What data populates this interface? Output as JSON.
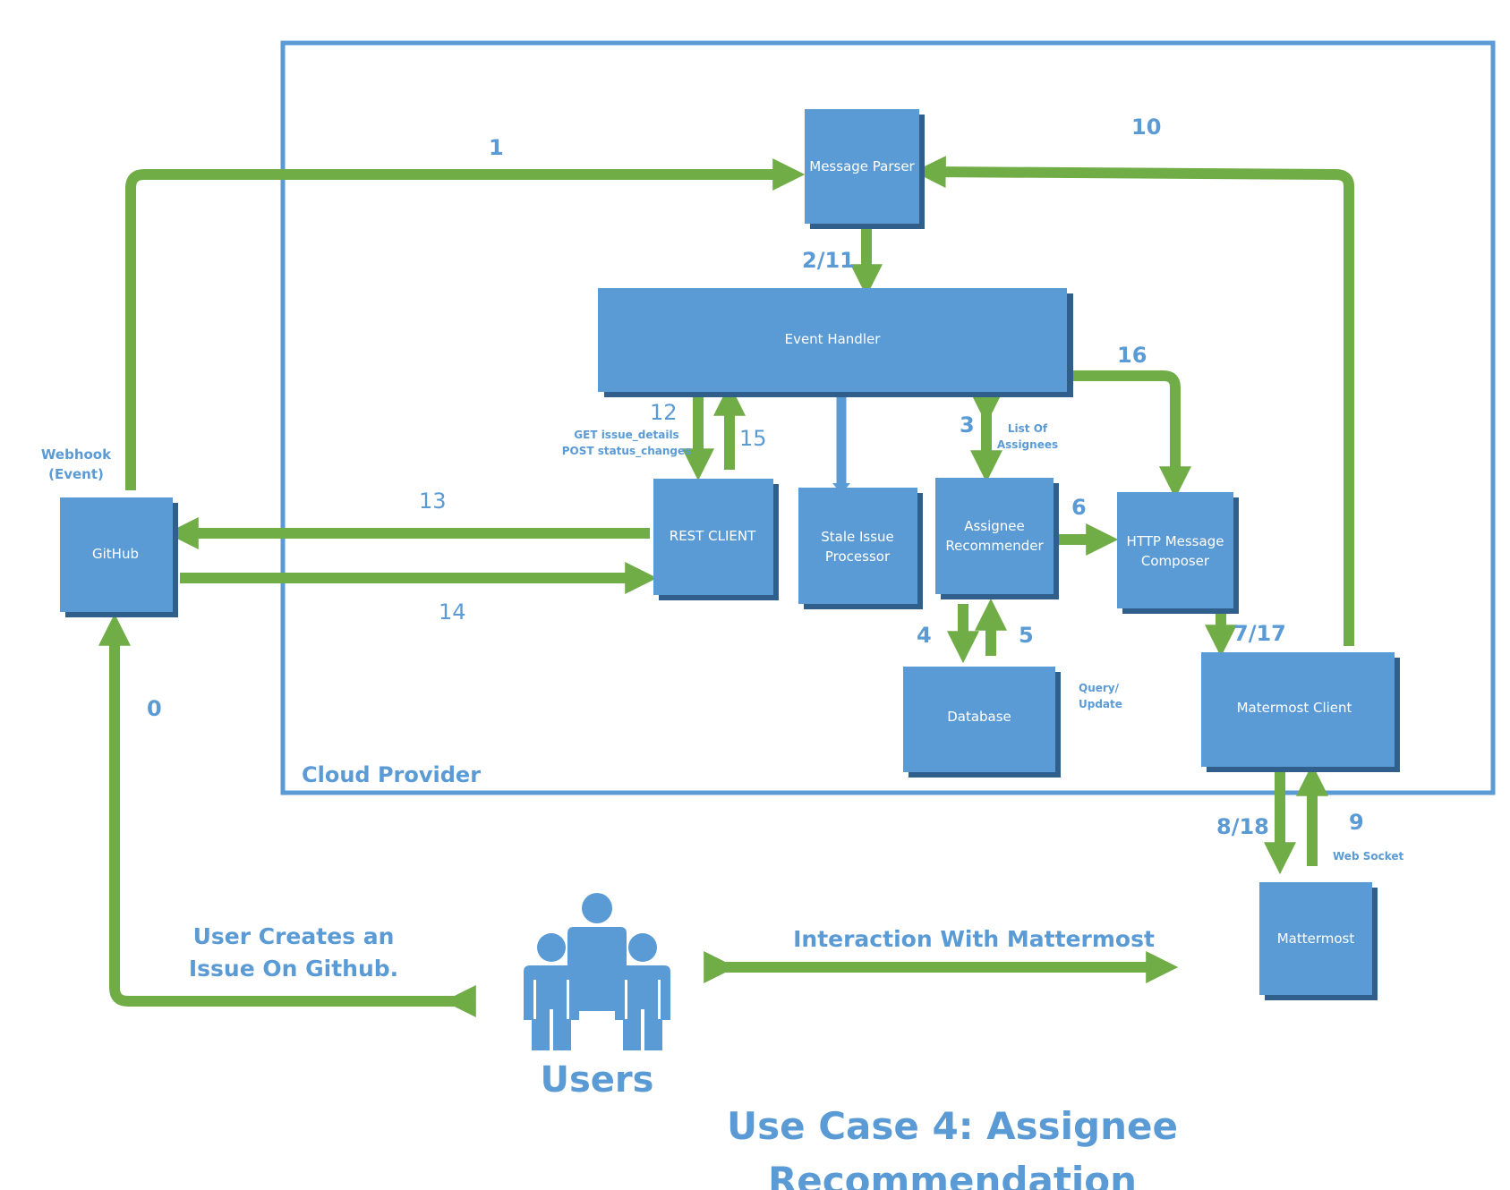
{
  "colors": {
    "box": "#5b9bd5",
    "box_shadow": "#2f5f8a",
    "arrow": "#70ad47",
    "frame": "#5b9bd5",
    "text": "#5b9bd5"
  },
  "cloud_label": "Cloud Provider",
  "boxes": {
    "message_parser": [
      "Message Parser"
    ],
    "event_handler": [
      "Event Handler"
    ],
    "rest_client": [
      "REST CLIENT"
    ],
    "stale_issue_processor": [
      "Stale Issue",
      "Processor"
    ],
    "assignee_recommender": [
      "Assignee",
      "Recommender"
    ],
    "http_message_composer": [
      "HTTP Message",
      "Composer"
    ],
    "database": [
      "Database"
    ],
    "mattermost_client": [
      "Matermost Client"
    ],
    "github": [
      "GitHub"
    ],
    "mattermost": [
      "Mattermost"
    ]
  },
  "step_numbers": {
    "s0": "0",
    "s1": "1",
    "s2_11": "2/11",
    "s3": "3",
    "s4": "4",
    "s5": "5",
    "s6": "6",
    "s7_17": "7/17",
    "s8_18": "8/18",
    "s9": "9",
    "s10": "10",
    "s12": "12",
    "s13": "13",
    "s14": "14",
    "s15": "15",
    "s16": "16"
  },
  "annotations": {
    "webhook": [
      "Webhook",
      "(Event)"
    ],
    "rest_calls": [
      "GET issue_details",
      "POST status_changes"
    ],
    "list_of_assignees": [
      "List Of",
      "Assignees"
    ],
    "query_update": [
      "Query/",
      "Update"
    ],
    "web_socket": "Web Socket",
    "user_creates_issue": [
      "User Creates an",
      "Issue On Github."
    ],
    "interaction_mattermost": "Interaction With Mattermost"
  },
  "users_label": "Users",
  "title": [
    "Use Case 4: Assignee",
    "Recommendation"
  ]
}
